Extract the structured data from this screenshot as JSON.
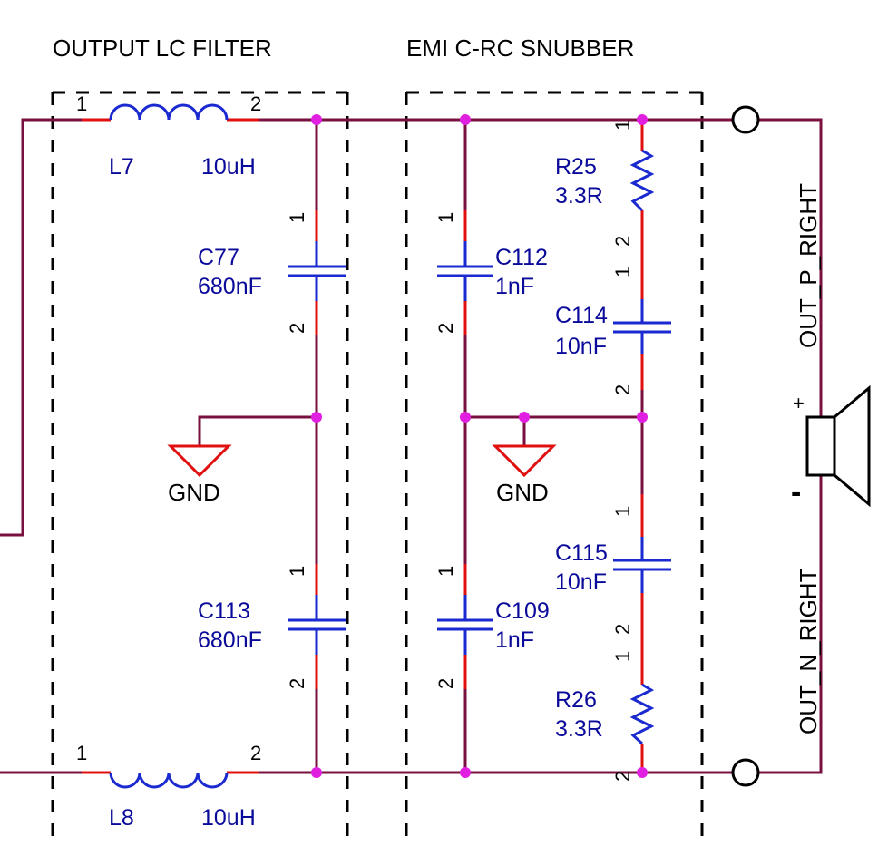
{
  "blocks": {
    "lc_filter_title": "OUTPUT LC FILTER",
    "snubber_title": "EMI C-RC SNUBBER"
  },
  "components": {
    "L7": {
      "ref": "L7",
      "value": "10uH",
      "pin1": "1",
      "pin2": "2"
    },
    "L8": {
      "ref": "L8",
      "value": "10uH",
      "pin1": "1",
      "pin2": "2"
    },
    "C77": {
      "ref": "C77",
      "value": "680nF",
      "pin1": "1",
      "pin2": "2"
    },
    "C113": {
      "ref": "C113",
      "value": "680nF",
      "pin1": "1",
      "pin2": "2"
    },
    "C112": {
      "ref": "C112",
      "value": "1nF",
      "pin1": "1",
      "pin2": "2"
    },
    "C109": {
      "ref": "C109",
      "value": "1nF",
      "pin1": "1",
      "pin2": "2"
    },
    "R25": {
      "ref": "R25",
      "value": "3.3R",
      "pin1": "1",
      "pin2": "2"
    },
    "C114": {
      "ref": "C114",
      "value": "10nF",
      "pin1": "1",
      "pin2": "2"
    },
    "C115": {
      "ref": "C115",
      "value": "10nF",
      "pin1": "1",
      "pin2": "2"
    },
    "R26": {
      "ref": "R26",
      "value": "3.3R",
      "pin1": "1",
      "pin2": "2"
    }
  },
  "grounds": {
    "gnd1": "GND",
    "gnd2": "GND"
  },
  "nets": {
    "out_p": "OUT_P_RIGHT",
    "out_n": "OUT_N_RIGHT"
  },
  "speaker": {
    "plus": "+",
    "minus": "-"
  },
  "colors": {
    "wire": "#7a1040",
    "pin_lead": "#e01010",
    "component": "#1a2ad0",
    "ref_text": "#0a0a9a",
    "junction": "#e01fe0",
    "ground": "#e01010"
  }
}
